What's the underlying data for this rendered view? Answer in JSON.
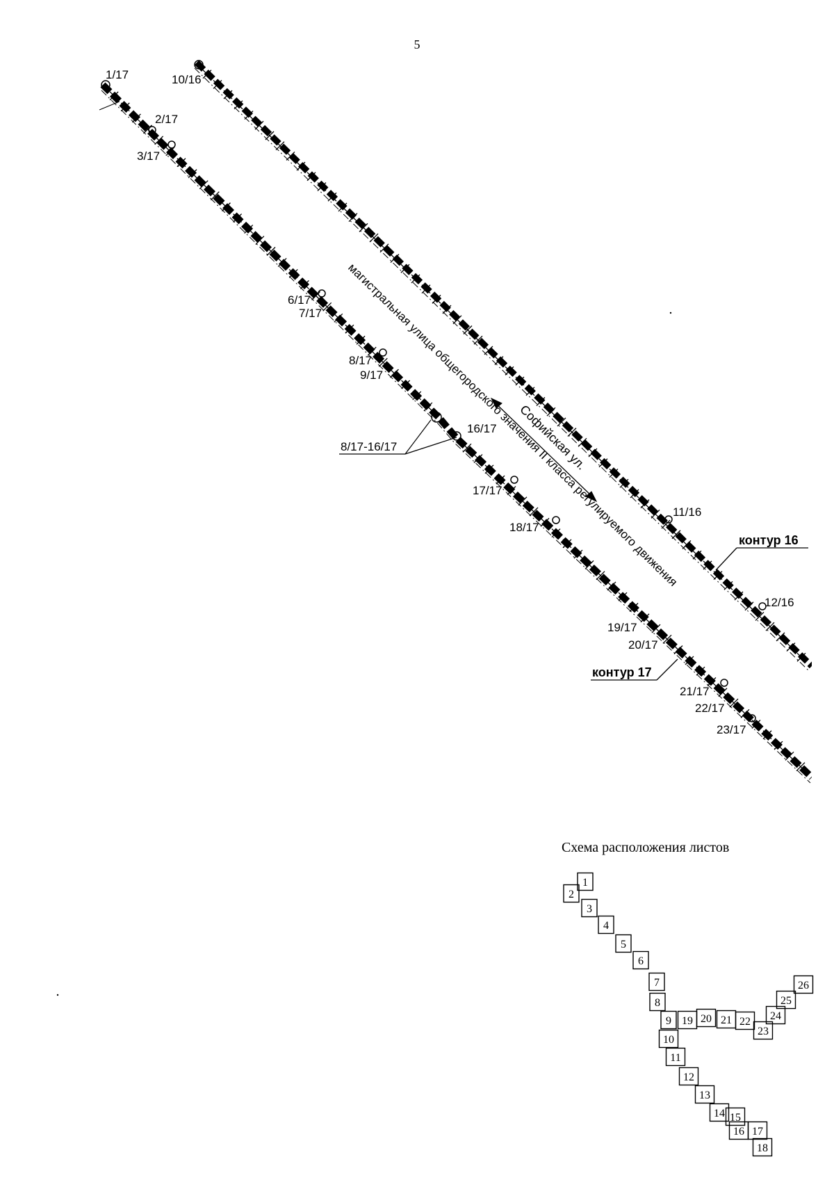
{
  "page_number": "5",
  "street": {
    "name": "Софийская ул.",
    "description": "магистральная улица общегородского значения II класса регулируемого движения"
  },
  "contours": {
    "c16": {
      "label": "контур 16",
      "points": [
        "10/16",
        "11/16",
        "12/16"
      ]
    },
    "c17": {
      "label": "контур 17",
      "points": [
        "1/17",
        "2/17",
        "3/17",
        "6/17",
        "7/17",
        "8/17",
        "9/17",
        "16/17",
        "17/17",
        "18/17",
        "19/17",
        "20/17",
        "21/17",
        "22/17",
        "23/17"
      ],
      "range_label": "8/17-16/17"
    }
  },
  "sheet_scheme": {
    "title": "Схема расположения листов",
    "sheets": [
      "1",
      "2",
      "3",
      "4",
      "5",
      "6",
      "7",
      "8",
      "9",
      "19",
      "20",
      "21",
      "22",
      "23",
      "24",
      "25",
      "26",
      "10",
      "11",
      "12",
      "13",
      "14",
      "15",
      "16",
      "17",
      "18"
    ]
  }
}
